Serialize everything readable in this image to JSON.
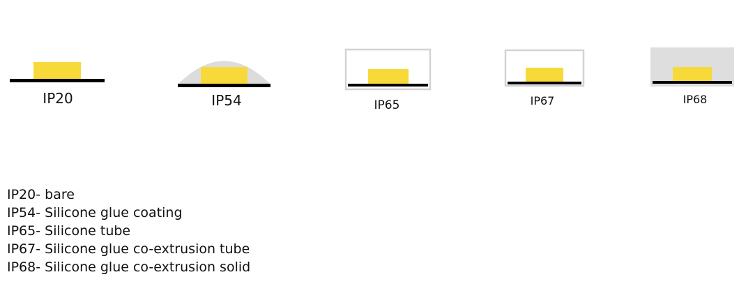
{
  "colors": {
    "led": "#f7da3a",
    "pcb": "#000000",
    "glue": "#dcdcdc",
    "tube_border": "#d3d3d3",
    "solid_fill": "#dedede"
  },
  "ratings": [
    {
      "label": "IP20"
    },
    {
      "label": "IP54"
    },
    {
      "label": "IP65"
    },
    {
      "label": "IP67"
    },
    {
      "label": "IP68"
    }
  ],
  "legend": [
    "IP20- bare",
    "IP54- Silicone glue coating",
    "IP65- Silicone tube",
    "IP67- Silicone glue co-extrusion tube",
    "IP68- Silicone glue co-extrusion solid"
  ]
}
